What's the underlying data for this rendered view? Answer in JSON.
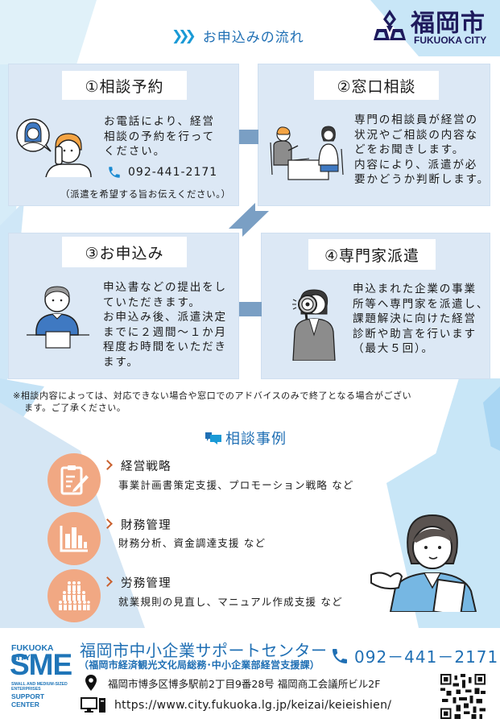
{
  "colors": {
    "accent_blue": "#1f6fb4",
    "panel_bg": "#dce8f5",
    "connector": "#7a9fc4",
    "case_icon": "#f1a883",
    "case_chevron": "#c9602e",
    "logo_navy": "#1e1a5c",
    "bg_light_blue": "#c8e6f7"
  },
  "header": {
    "flow_title": "お申込みの流れ",
    "logo": {
      "kanji": "福岡市",
      "sub": "FUKUOKA CITY"
    }
  },
  "steps": [
    {
      "title": "①相談予約",
      "text": "お電話により、経営\n相談の予約を行って\nください。",
      "phone": "092-441-2171",
      "note": "（派遣を希望する旨お伝えください。）",
      "icon": "phone-call-illustration"
    },
    {
      "title": "②窓口相談",
      "text": "専門の相談員が経営の\n状況やご相談の内容な\nどをお聞きします。\n内容により、派遣が必\n要かどうか判断します。",
      "icon": "consultation-desk-illustration"
    },
    {
      "title": "③お申込み",
      "text": "申込書などの提出をし\nていただきます。\nお申込み後、派遣決定\nまでに２週間～１か月\n程度お時間をいただき\nます。",
      "icon": "writing-application-illustration"
    },
    {
      "title": "④専門家派遣",
      "text": "申込まれた企業の事業\n所等へ専門家を派遣し、\n課題解決に向けた経営\n診断や助言を行います\n（最大５回）。",
      "icon": "magnifier-expert-illustration"
    }
  ],
  "notice": {
    "line1": "※相談内容によっては、対応できない場合や窓口でのアドバイスのみで終了となる場合がござい",
    "line2": "ます。ご了承ください。"
  },
  "cases": {
    "title": "相談事例",
    "items": [
      {
        "head": "経営戦略",
        "desc": "事業計画書策定支援、プロモーション戦略 など",
        "icon": "clipboard-pen-icon"
      },
      {
        "head": "財務管理",
        "desc": "財務分析、資金調達支援 など",
        "icon": "bar-chart-icon"
      },
      {
        "head": "労務管理",
        "desc": "就業規則の見直し、マニュアル作成支援 など",
        "icon": "people-pyramid-icon"
      }
    ]
  },
  "footer": {
    "sme_logo": {
      "top": "FUKUOKA CITY",
      "big": "SME",
      "small": "SMALL AND MEDIUM-SIZED\nENTERPRISES",
      "bottom": "SUPPORT CENTER"
    },
    "center_name": "福岡市中小企業サポートセンター",
    "center_sub": "（福岡市経済観光文化局総務･中小企業部経営支援課）",
    "phone": "092－441－2171",
    "address": "福岡市博多区博多駅前2丁目9番28号  福岡商工会議所ビル2F",
    "url": "https://www.city.fukuoka.lg.jp/keizai/keieishien/"
  }
}
